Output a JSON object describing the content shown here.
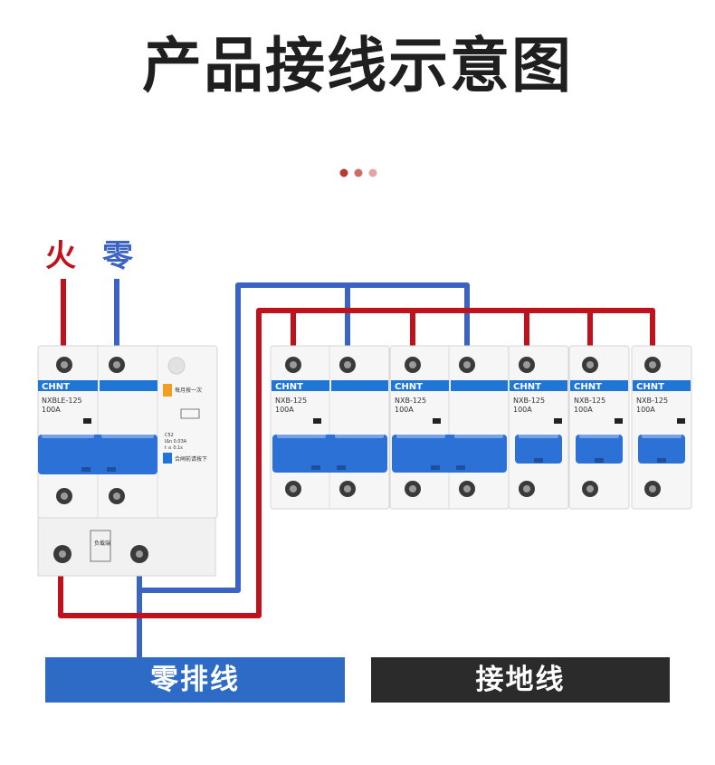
{
  "title": "产品接线示意图",
  "colors": {
    "live": "#c0121d",
    "neutral": "#3a63c4",
    "handle": "#2c72d6",
    "brand": "#1f76d6",
    "title": "#1f1f1f",
    "dots": [
      "#b53a33",
      "#d06a65",
      "#e5a6a3"
    ],
    "bar_neutral": "#2d6bc7",
    "bar_ground": "#2b2b2b"
  },
  "labels": {
    "live": "火",
    "neutral": "零"
  },
  "bars": {
    "neutral": "零排线",
    "ground": "接地线"
  },
  "rcbo": {
    "brand": "CHNT",
    "model": "NXBLE-125",
    "rating": "100A",
    "test_label": "每月按一次",
    "reset_label": "合闸前请按下",
    "spec_line1": "C52",
    "spec_line2": "IΔn 0.03A",
    "spec_line3": "t ≤ 0.1s",
    "load_label": "负载端"
  },
  "breakers": [
    {
      "brand": "CHNT",
      "model": "NXB-125",
      "rating": "100A"
    },
    {
      "brand": "CHNT",
      "model": "NXB-125",
      "rating": "100A"
    },
    {
      "brand": "CHNT",
      "model": "NXB-125",
      "rating": "100A"
    },
    {
      "brand": "CHNT",
      "model": "NXB-125",
      "rating": "100A"
    },
    {
      "brand": "CHNT",
      "model": "NXB-125",
      "rating": "100A"
    }
  ]
}
